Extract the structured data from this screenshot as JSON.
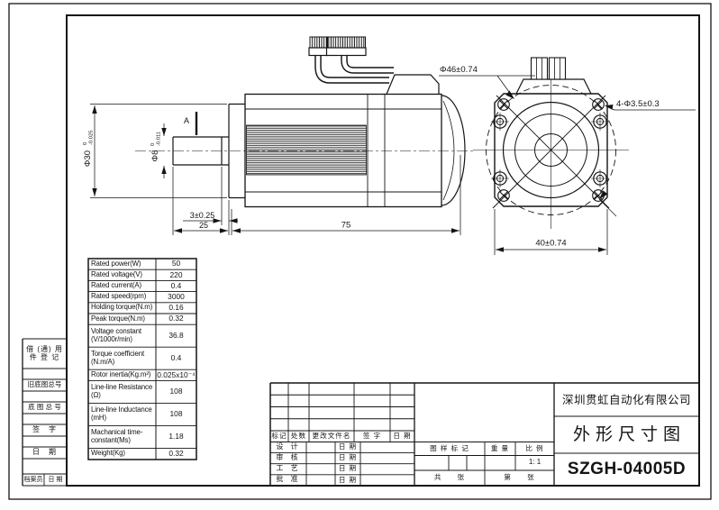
{
  "side_view": {
    "section_label": "A",
    "dim_dia30_main": "Φ30",
    "dim_dia30_sup": "0",
    "dim_dia30_sub": "-0.025",
    "dim_dia8_main": "Φ8",
    "dim_dia8_sup": "0",
    "dim_dia8_sub": "-0.011",
    "dim_shoulder": "3±0.25",
    "dim_shaft_length": "25",
    "dim_body_length": "75"
  },
  "front_view": {
    "dim_bolt_circle": "Φ46±0.74",
    "dim_mount_holes": "4-Φ3.5±0.3",
    "dim_flange_width": "40±0.74"
  },
  "spec_table": {
    "rows": [
      {
        "label": "Rated power(W)",
        "value": "50"
      },
      {
        "label": "Rated voltage(V)",
        "value": "220"
      },
      {
        "label": "Rated current(A)",
        "value": "0.4"
      },
      {
        "label": "Rated speed(rpm)",
        "value": "3000"
      },
      {
        "label": "Holding torque(N.m)",
        "value": "0.16"
      },
      {
        "label": "Peak torque(N.m)",
        "value": "0.32"
      },
      {
        "label": "Voltage constant\n(V/1000r/min)",
        "value": "36.8"
      },
      {
        "label": "Torque coefficient\n(N.m/A)",
        "value": "0.4"
      },
      {
        "label": "Rotor inertia(Kg.m²)",
        "value": "0.025x10⁻⁴"
      },
      {
        "label": "Line-line Resistance\n(Ω)",
        "value": "108"
      },
      {
        "label": "Line-line Inductance\n(mH)",
        "value": "108"
      },
      {
        "label": "Machanical time-\nconstant(Ms)",
        "value": "1.18"
      },
      {
        "label": "Weight(Kg)",
        "value": "0.32"
      }
    ]
  },
  "left_panel": {
    "block_borrow": "借 (通) 用\n件 登 记",
    "block_old_base_no": "旧底图总号",
    "block_base_no": "底 图 总 号",
    "block_sign": "签　字",
    "block_date": "日　期",
    "block_archivist": "档案员",
    "block_archivist_date": "日 期"
  },
  "title_block": {
    "rev_headers": [
      "标记",
      "处数",
      "更改文件名",
      "签 字",
      "日 期"
    ],
    "sig_rows": [
      {
        "role": "设 计",
        "date_label": "日 期"
      },
      {
        "role": "审 核",
        "date_label": "日 期"
      },
      {
        "role": "工 艺",
        "date_label": "日 期"
      },
      {
        "role": "批 准",
        "date_label": "日 期"
      }
    ],
    "stamp_mark_label": "图 样 标 记",
    "weight_label": "重 量",
    "scale_label": "比 例",
    "scale_value": "1: 1",
    "total_sheets": "共　　张",
    "sheet_number": "第　　张",
    "company": "深圳贯虹自动化有限公司",
    "drawing_title": "外形尺寸图",
    "model": "SZGH-04005D"
  }
}
